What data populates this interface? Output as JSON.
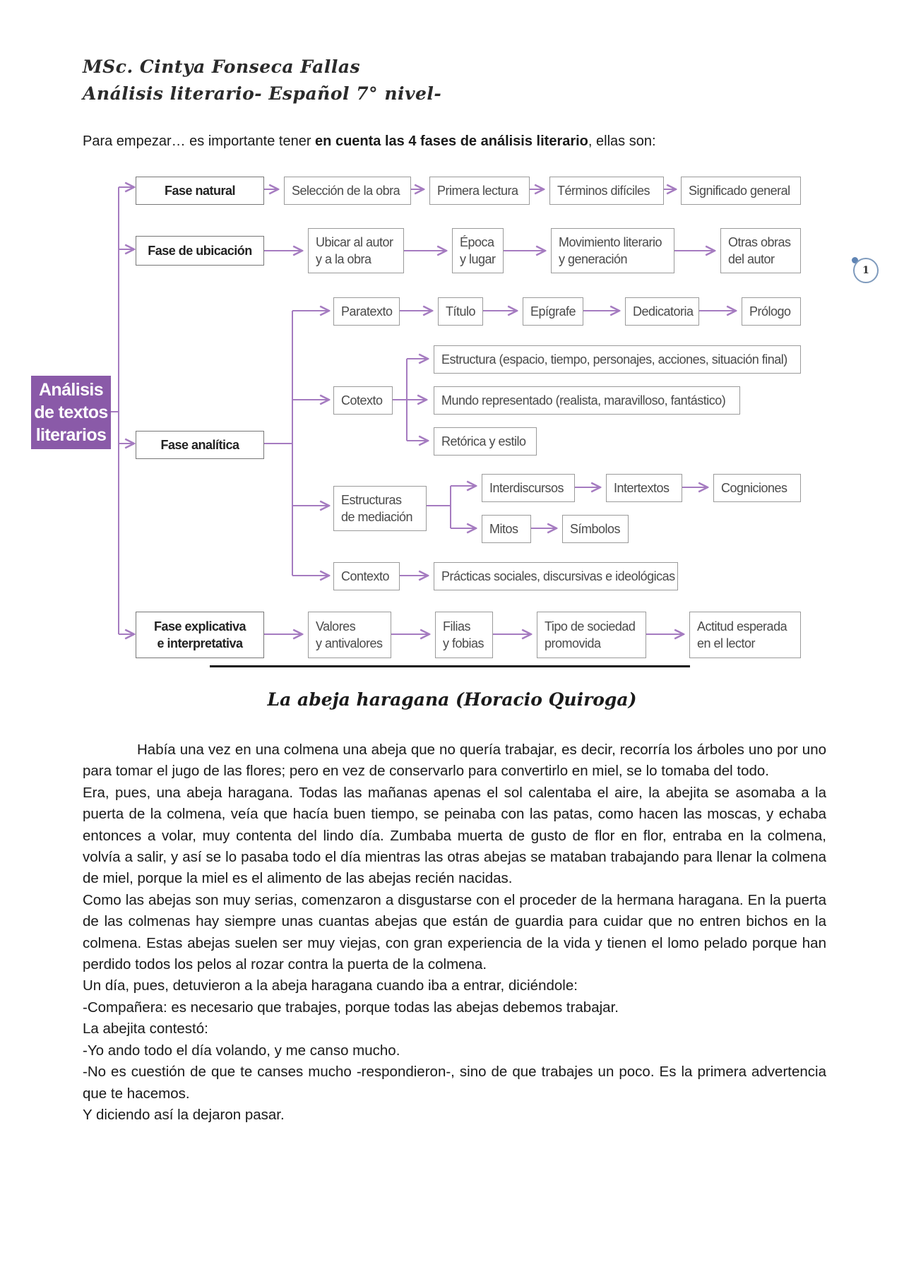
{
  "header": {
    "line1": "MSc. Cintya Fonseca Fallas",
    "line2": "Análisis literario- Español 7° nivel-"
  },
  "page_number": "1",
  "intro": {
    "before": "Para empezar… es importante tener ",
    "bold": "en cuenta las 4 fases de análisis literario",
    "after": ", ellas son:"
  },
  "diagram": {
    "root": "Análisis de textos literarios",
    "natural": {
      "phase": "Fase natural",
      "steps": [
        "Selección de la obra",
        "Primera lectura",
        "Términos difíciles",
        "Significado general"
      ]
    },
    "ubicacion": {
      "phase": "Fase de ubicación",
      "steps": [
        "Ubicar al autor\ny a la obra",
        "Época\ny lugar",
        "Movimiento literario\ny generación",
        "Otras obras\ndel autor"
      ]
    },
    "analitica": {
      "phase": "Fase analítica",
      "paratexto": [
        "Paratexto",
        "Título",
        "Epígrafe",
        "Dedicatoria",
        "Prólogo"
      ],
      "cotexto": "Cotexto",
      "cotexto_items": [
        "Estructura (espacio, tiempo, personajes, acciones, situación final)",
        "Mundo representado (realista, maravilloso, fantástico)",
        "Retórica y estilo"
      ],
      "mediacion": "Estructuras\nde mediación",
      "mediacion_row1": [
        "Interdiscursos",
        "Intertextos",
        "Cogniciones"
      ],
      "mediacion_row2": [
        "Mitos",
        "Símbolos"
      ],
      "contexto": "Contexto",
      "contexto_item": "Prácticas sociales, discursivas e ideológicas"
    },
    "explicativa": {
      "phase": "Fase explicativa\ne interpretativa",
      "steps": [
        "Valores\ny antivalores",
        "Filias\ny fobias",
        "Tipo de sociedad\npromovida",
        "Actitud esperada\nen el lector"
      ]
    }
  },
  "story": {
    "title": "La abeja haragana (Horacio Quiroga)",
    "paragraphs": [
      "Había una vez en una colmena una abeja que no quería trabajar, es decir, recorría los árboles uno por uno para tomar el jugo de las flores; pero en vez de conservarlo para convertirlo en miel, se lo tomaba del todo.",
      "Era, pues, una abeja haragana. Todas las mañanas apenas el sol calentaba el aire, la abejita se asomaba a la puerta de la colmena, veía que hacía buen tiempo, se peinaba con las patas, como hacen las moscas, y echaba entonces a volar, muy contenta del lindo día. Zumbaba muerta de gusto de flor en flor, entraba en la colmena, volvía a salir, y así se lo pasaba todo el día mientras las otras abejas se mataban trabajando para llenar la colmena de miel, porque la miel es el alimento de las abejas recién nacidas.",
      "Como las abejas son muy serias, comenzaron a disgustarse con el proceder de la hermana haragana. En la puerta de las colmenas hay siempre unas cuantas abejas que están de guardia para cuidar que no entren bichos en la colmena. Estas abejas suelen ser muy viejas, con gran experiencia de la vida y tienen el lomo pelado porque han perdido todos los pelos al rozar contra la puerta de la colmena.",
      "Un día, pues, detuvieron a la abeja haragana cuando iba a entrar, diciéndole:",
      "-Compañera: es necesario que trabajes, porque todas las abejas debemos trabajar.",
      "La abejita contestó:",
      "-Yo ando todo el día volando, y me canso mucho.",
      "-No es cuestión de que te canses mucho -respondieron-, sino de que trabajes un poco. Es la primera advertencia que te hacemos.",
      "Y diciendo así la dejaron pasar."
    ]
  },
  "colors": {
    "accent": "#8a5aa8",
    "box_border": "#9a9a9a"
  }
}
